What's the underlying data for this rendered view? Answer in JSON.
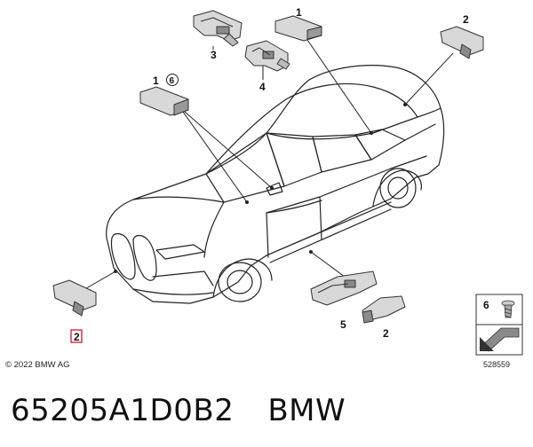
{
  "callouts": {
    "c1_top": "1",
    "c2_top_right": "2",
    "c3": "3",
    "c4": "4",
    "c1_left": "1",
    "c6_circled": "6",
    "c2_bottom_left": "2",
    "c5": "5",
    "c2_bottom": "2"
  },
  "legend_box": {
    "item_number": "6",
    "catalog_number": "528559"
  },
  "copyright": "© 2022 BMW AG",
  "caption": {
    "part_number": "65205A1D0B2",
    "brand": "BMW"
  },
  "colors": {
    "line": "#222222",
    "part_fill": "#d8d8d8",
    "part_dark": "#8a8a8a",
    "highlight_box": "#d0021b"
  }
}
